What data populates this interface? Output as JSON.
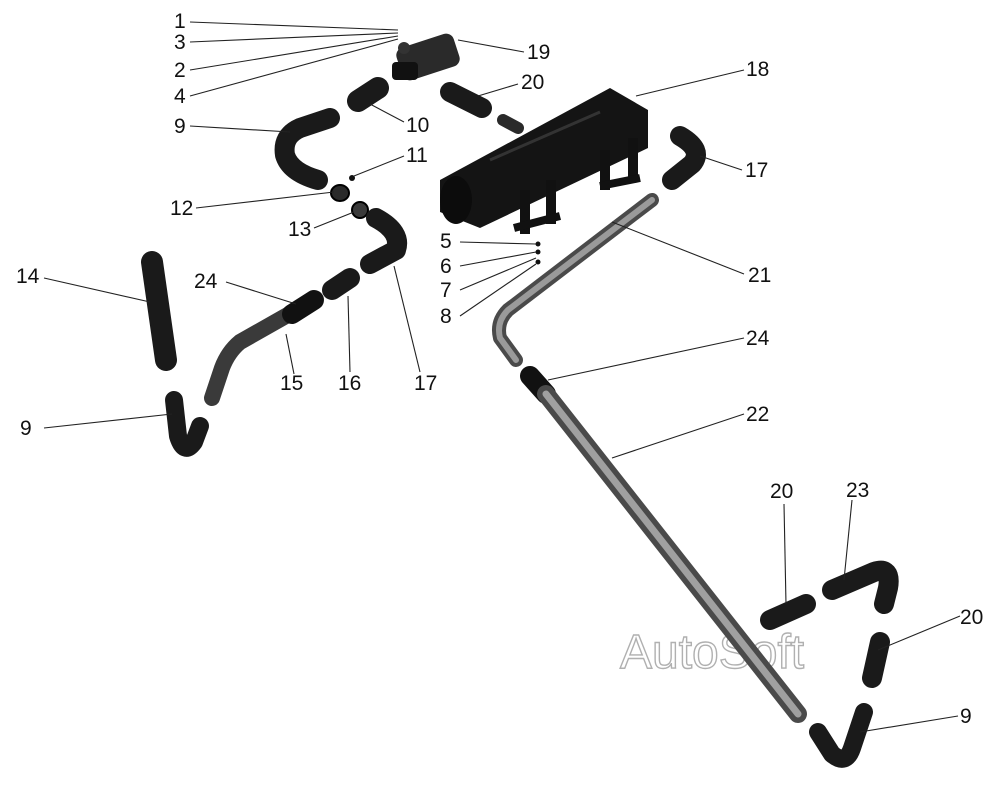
{
  "labels": {
    "l1": "1",
    "l3": "3",
    "l2": "2",
    "l4": "4",
    "l19": "19",
    "l20a": "20",
    "l18": "18",
    "l9a": "9",
    "l10": "10",
    "l11": "11",
    "l17a": "17",
    "l12": "12",
    "l13": "13",
    "l5": "5",
    "l6": "6",
    "l7": "7",
    "l8": "8",
    "l21": "21",
    "l14": "14",
    "l24a": "24",
    "l15": "15",
    "l16": "16",
    "l17b": "17",
    "l9b": "9",
    "l24b": "24",
    "l22": "22",
    "l20b": "20",
    "l23": "23",
    "l20c": "20",
    "l9c": "9"
  },
  "watermark": "AutoSoft",
  "colors": {
    "part": "#1a1a1a",
    "pipe": "#8a8a8a",
    "pipe_dark": "#4a4a4a"
  }
}
